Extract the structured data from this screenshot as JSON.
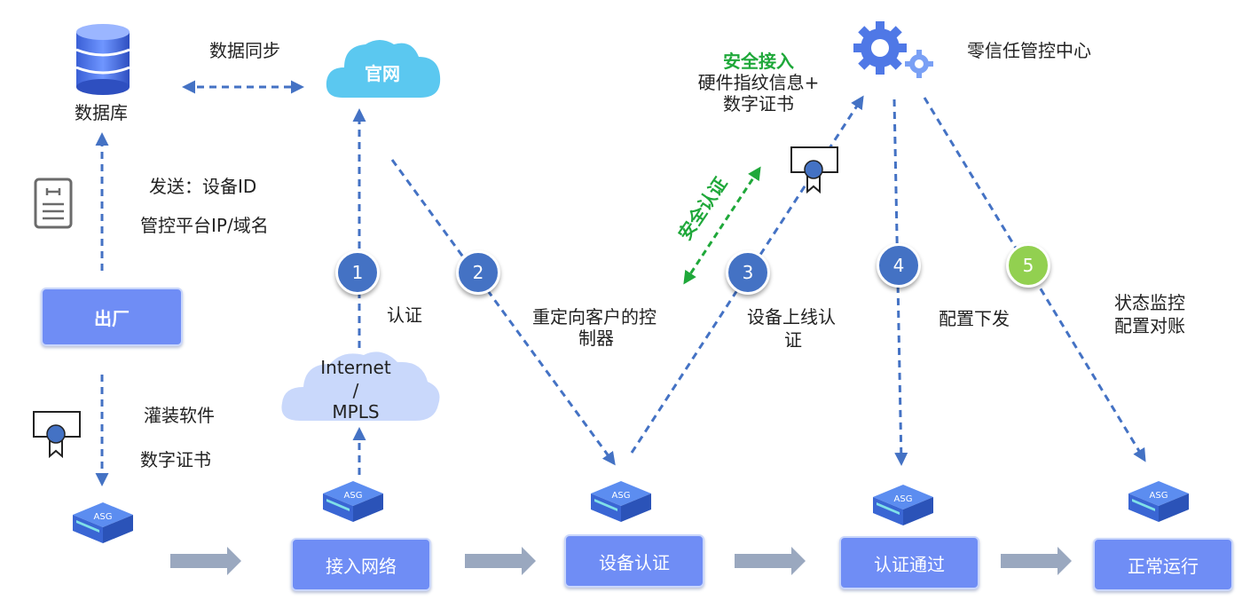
{
  "colors": {
    "line": "#4472c4",
    "green": "#1fa83a",
    "box": "#6f8df5",
    "badge_blue": "#4472c4",
    "badge_green": "#92d050",
    "cloud_official": "#5bc8f0",
    "cloud_net": "#c9d8fb"
  },
  "top": {
    "database_label": "数据库",
    "sync_label": "数据同步",
    "official_site": "官网",
    "zt_center": "零信任管控中心",
    "secure_access_title": "安全接入",
    "secure_access_line1": "硬件指纹信息+",
    "secure_access_line2": "数字证书",
    "secure_auth": "安全认证"
  },
  "left": {
    "send_line1": "发送：设备ID",
    "send_line2": "管控平台IP/域名",
    "factory": "出厂",
    "install_line1": "灌装软件",
    "install_line2": "数字证书"
  },
  "network": {
    "line1": "Internet",
    "line2": "/",
    "line3": "MPLS"
  },
  "steps": [
    {
      "num": "1",
      "text": "认证"
    },
    {
      "num": "2",
      "text_line1": "重定向客户的控",
      "text_line2": "制器"
    },
    {
      "num": "3",
      "text_line1": "设备上线认",
      "text_line2": "证"
    },
    {
      "num": "4",
      "text": "配置下发"
    },
    {
      "num": "5",
      "text_line1": "状态监控",
      "text_line2": "配置对账"
    }
  ],
  "device_label": "ASG",
  "stages": [
    "接入网络",
    "设备认证",
    "认证通过",
    "正常运行"
  ]
}
